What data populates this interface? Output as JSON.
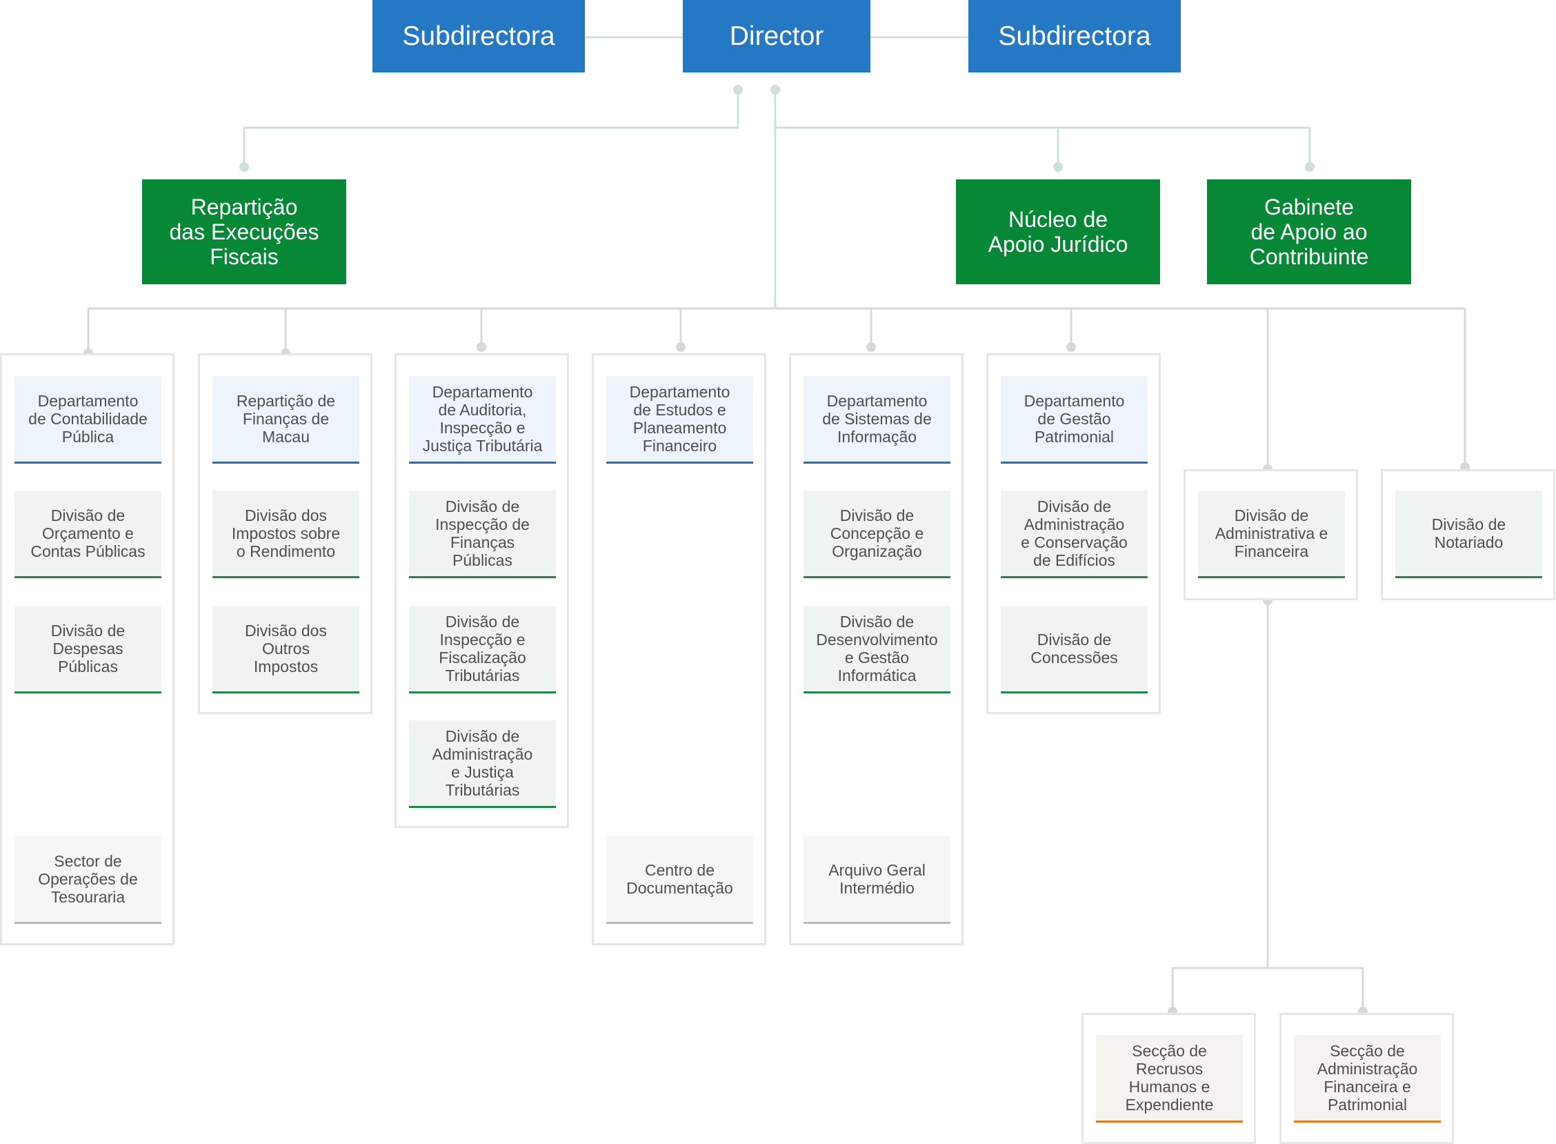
{
  "colors": {
    "director_blue": "#2578c4",
    "unit_green": "#068836",
    "dept_card_bg": "#eef4fb",
    "dept_card_line": "#2e6da4",
    "div_card_bg": "#eff4f2",
    "div_card_line": "#1c8a44",
    "sector_card_line": "#b8b8b8",
    "section_card_line": "#e07a1f",
    "connector_top": "#cfe0d8",
    "connector_bottom": "#d8d8d8"
  },
  "top": {
    "left_deputy": "Subdirectora",
    "director": "Director",
    "right_deputy": "Subdirectora"
  },
  "units": [
    "Repartição\ndas Execuções\nFiscais",
    "Núcleo de\nApoio Jurídico",
    "Gabinete\nde Apoio ao\nContribuinte"
  ],
  "columns": [
    {
      "cards": [
        {
          "type": "dept",
          "text": "Departamento\nde Contabilidade\nPública"
        },
        {
          "type": "div",
          "text": "Divisão de\nOrçamento e\nContas Públicas"
        },
        {
          "type": "div",
          "text": "Divisão de\nDespesas\nPúblicas"
        },
        {
          "type": "sec",
          "text": "Sector de\nOperações de\nTesouraria"
        }
      ]
    },
    {
      "cards": [
        {
          "type": "dept",
          "text": "Repartição de\nFinanças de\nMacau"
        },
        {
          "type": "div",
          "text": "Divisão dos\nImpostos sobre\no Rendimento"
        },
        {
          "type": "div",
          "text": "Divisão dos\nOutros\nImpostos"
        }
      ]
    },
    {
      "cards": [
        {
          "type": "dept",
          "text": "Departamento\nde Auditoria,\nInspecção e\nJustiça Tributária"
        },
        {
          "type": "div",
          "text": "Divisão de\nInspecção de\nFinanças\nPúblicas"
        },
        {
          "type": "div",
          "text": "Divisão de\nInspecção e\nFiscalização\nTributárias"
        },
        {
          "type": "div",
          "text": "Divisão de\nAdministração\ne Justiça\nTributárias"
        }
      ]
    },
    {
      "cards": [
        {
          "type": "dept",
          "text": "Departamento\nde Estudos e\nPlaneamento\nFinanceiro"
        },
        {
          "type": "sec",
          "text": "Centro de\nDocumentação"
        }
      ]
    },
    {
      "cards": [
        {
          "type": "dept",
          "text": "Departamento\nde Sistemas de\nInformação"
        },
        {
          "type": "div",
          "text": "Divisão de\nConcepção e\nOrganização"
        },
        {
          "type": "div",
          "text": "Divisão de\nDesenvolvimento\ne Gestão\nInformática"
        },
        {
          "type": "sec",
          "text": "Arquivo Geral\nIntermédio"
        }
      ]
    },
    {
      "cards": [
        {
          "type": "dept",
          "text": "Departamento\nde Gestão\nPatrimonial"
        },
        {
          "type": "div",
          "text": "Divisão de\nAdministração\ne Conservação\nde Edifícios"
        },
        {
          "type": "div",
          "text": "Divisão de\nConcessões"
        }
      ]
    },
    {
      "cards": [
        {
          "type": "div",
          "text": "Divisão de\nAdministrativa e\nFinanceira"
        }
      ]
    },
    {
      "cards": [
        {
          "type": "div",
          "text": "Divisão de\nNotariado"
        }
      ]
    },
    {
      "cards": [
        {
          "type": "sub",
          "text": "Secção de\nRecrusos\nHumanos e\nExpendiente"
        }
      ]
    },
    {
      "cards": [
        {
          "type": "sub",
          "text": "Secção de\nAdministração\nFinanceira e\nPatrimonial"
        }
      ]
    }
  ]
}
